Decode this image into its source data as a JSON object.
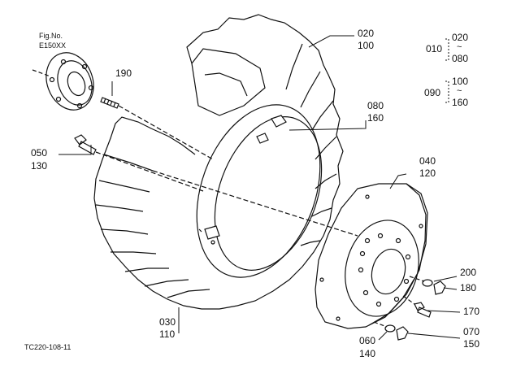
{
  "figure_ref": {
    "line1": "Fig.No.",
    "line2": "E150XX"
  },
  "callouts": {
    "c020_100": {
      "top": "020",
      "bottom": "100"
    },
    "c010": {
      "code": "010",
      "from": "020",
      "to": "080",
      "sep": "~"
    },
    "c090": {
      "code": "090",
      "from": "100",
      "to": "160",
      "sep": "~"
    },
    "c190": {
      "text": "190"
    },
    "c050_130": {
      "top": "050",
      "bottom": "130"
    },
    "c080_160": {
      "top": "080",
      "bottom": "160"
    },
    "c040_120": {
      "top": "040",
      "bottom": "120"
    },
    "c200": {
      "text": "200"
    },
    "c180": {
      "text": "180"
    },
    "c170": {
      "text": "170"
    },
    "c070_150": {
      "top": "070",
      "bottom": "150"
    },
    "c060_140": {
      "top": "060",
      "bottom": "140"
    },
    "c030_110": {
      "top": "030",
      "bottom": "110"
    }
  },
  "diagram_code": "TC220-108-11"
}
